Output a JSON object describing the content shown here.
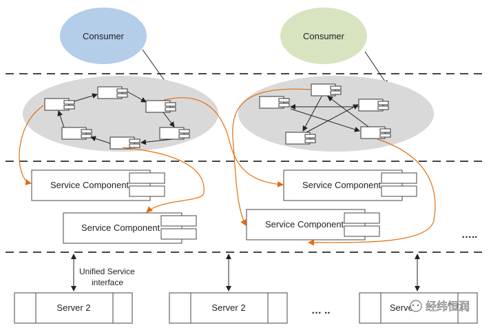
{
  "consumers": [
    "Consumer",
    "Consumer"
  ],
  "service_components": [
    "Service Component",
    "Service Component",
    "Service Component",
    "Service Component"
  ],
  "servers": [
    "Server 2",
    "Server 2",
    "Server"
  ],
  "interface_label_line1": "Unified Service",
  "interface_label_line2": "interface",
  "ellipsis": [
    "…..",
    "… .."
  ],
  "watermark": "经纬恒润",
  "colors": {
    "consumer_left": "#b4cde8",
    "consumer_right": "#d7e4bf",
    "cluster_fill": "#d9d9d9",
    "orange": "#e36c0a"
  }
}
